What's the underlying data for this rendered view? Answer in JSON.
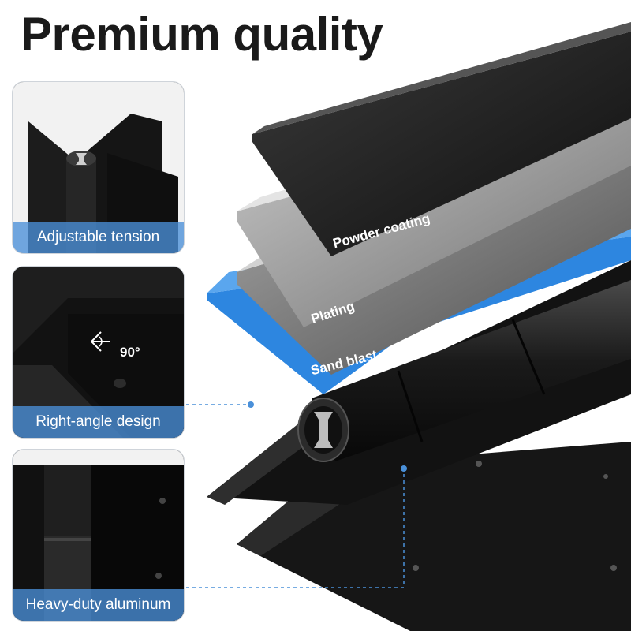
{
  "title": "Premium quality",
  "features": [
    {
      "label": "Adjustable tension"
    },
    {
      "label": "Right-angle design",
      "angle": "90°"
    },
    {
      "label": "Heavy-duty aluminum"
    }
  ],
  "layers": [
    {
      "label": "Powder coating"
    },
    {
      "label": "Plating"
    },
    {
      "label": "Sand blast"
    }
  ],
  "colors": {
    "accent": "#4a90d9",
    "connector": "#4a90d9",
    "hinge": "#1c1c1c",
    "plating": "#9a9a9a",
    "title": "#1a1a1a"
  }
}
